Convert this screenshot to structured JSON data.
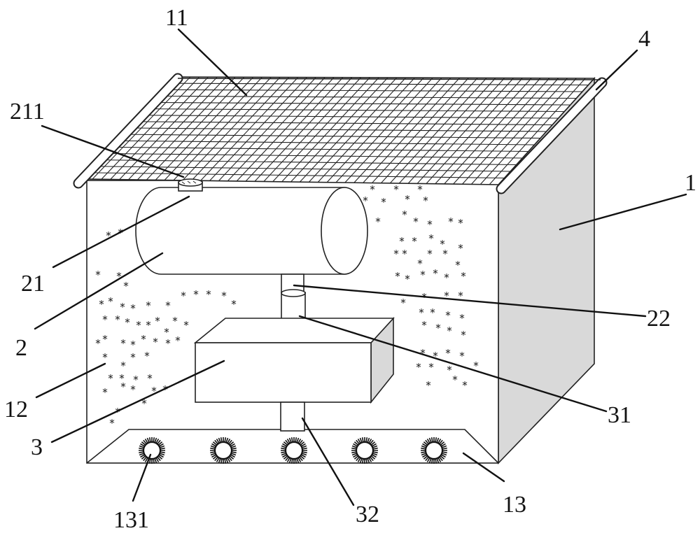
{
  "colors": {
    "line": "#111111",
    "side_face": "#d9d9d9",
    "front_face": "#ffffff"
  },
  "labels": {
    "l1": "1",
    "l2": "2",
    "l3": "3",
    "l4": "4",
    "l11": "11",
    "l12": "12",
    "l13": "13",
    "l21": "21",
    "l22": "22",
    "l31": "31",
    "l32": "32",
    "l131": "131",
    "l211": "211"
  },
  "icons": {
    "grid_roof": "mesh-grid-icon",
    "heater": "spiky-ring-icon",
    "particle": "asterisk-icon"
  }
}
